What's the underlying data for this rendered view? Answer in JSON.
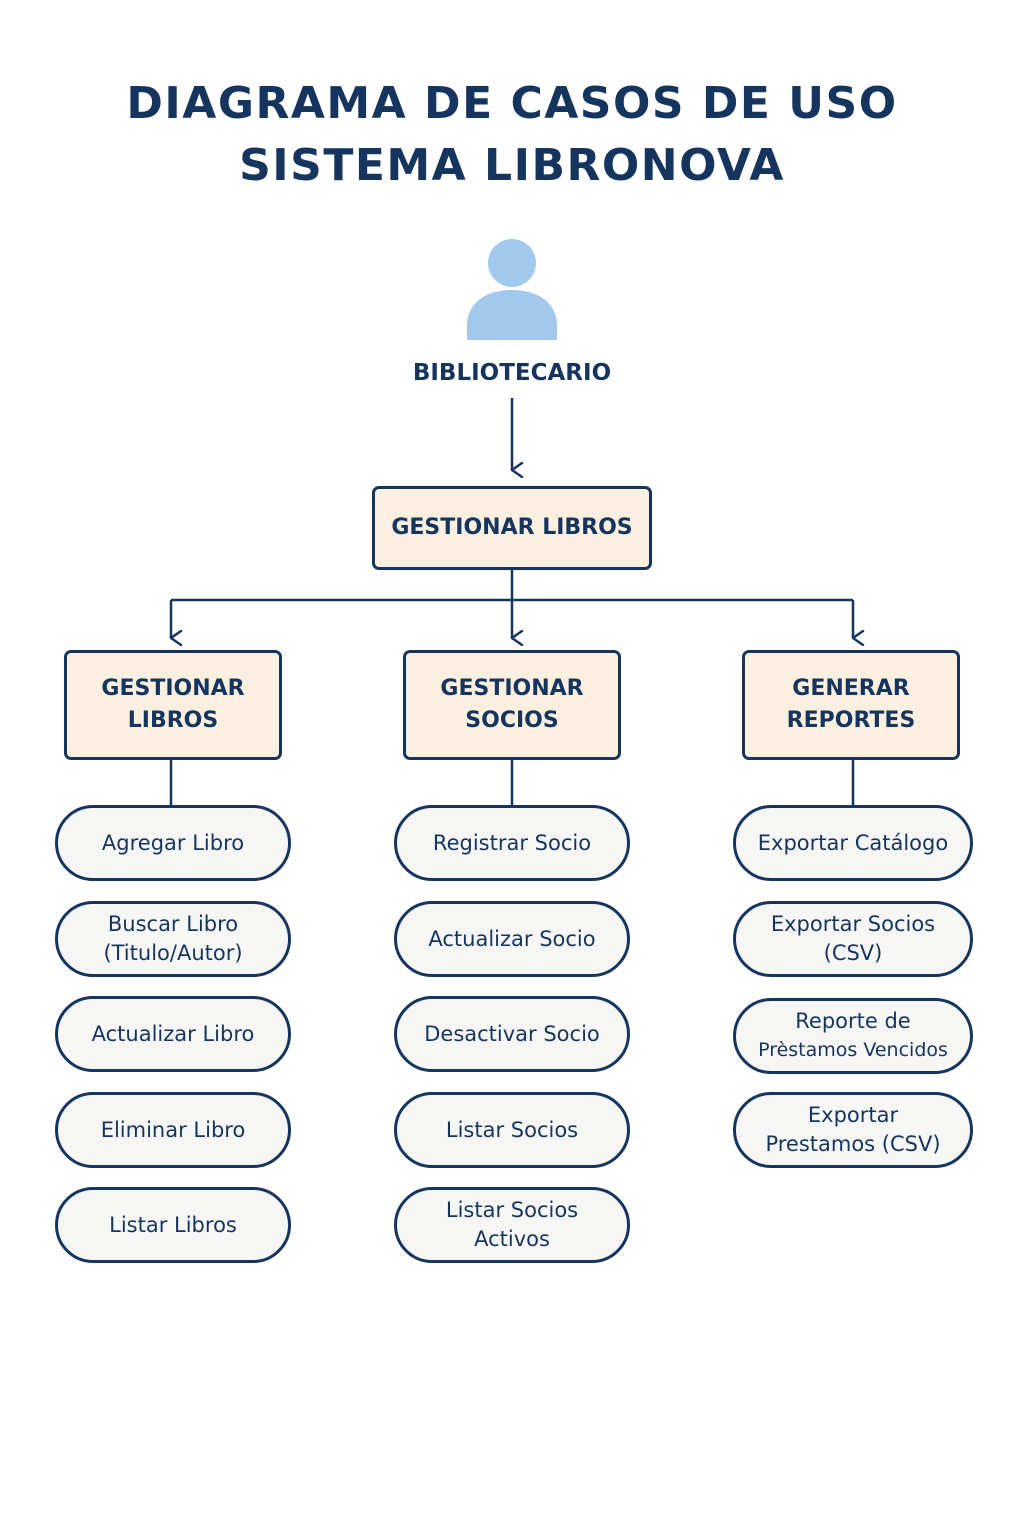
{
  "title": {
    "line1": "DIAGRAMA DE CASOS DE USO",
    "line2": "SISTEMA LIBRONOVA"
  },
  "actor": {
    "label": "BIBLIOTECARIO",
    "icon": "user-icon",
    "icon_color": "#a3c8ee"
  },
  "root": {
    "label": "GESTIONAR LIBROS"
  },
  "categories": [
    {
      "label_lines": [
        "GESTIONAR",
        "LIBROS"
      ],
      "use_cases": [
        {
          "lines": [
            "Agregar Libro"
          ]
        },
        {
          "lines": [
            "Buscar Libro",
            "(Titulo/Autor)"
          ]
        },
        {
          "lines": [
            "Actualizar Libro"
          ]
        },
        {
          "lines": [
            "Eliminar Libro"
          ]
        },
        {
          "lines": [
            "Listar Libros"
          ]
        }
      ]
    },
    {
      "label_lines": [
        "GESTIONAR",
        "SOCIOS"
      ],
      "use_cases": [
        {
          "lines": [
            "Registrar Socio"
          ]
        },
        {
          "lines": [
            "Actualizar Socio"
          ]
        },
        {
          "lines": [
            "Desactivar Socio"
          ]
        },
        {
          "lines": [
            "Listar Socios"
          ]
        },
        {
          "lines": [
            "Listar Socios",
            "Activos"
          ]
        }
      ]
    },
    {
      "label_lines": [
        "GENERAR",
        "REPORTES"
      ],
      "use_cases": [
        {
          "lines": [
            "Exportar Catálogo"
          ]
        },
        {
          "lines": [
            "Exportar Socios",
            "(CSV)"
          ]
        },
        {
          "lines": [
            "Reporte de",
            "Prèstamos Vencidos"
          ]
        },
        {
          "lines": [
            "Exportar",
            "Prestamos (CSV)"
          ]
        }
      ]
    }
  ],
  "colors": {
    "navy": "#15355f",
    "box_fill": "#fbefdf",
    "pill_fill": "#f6f6f4"
  }
}
